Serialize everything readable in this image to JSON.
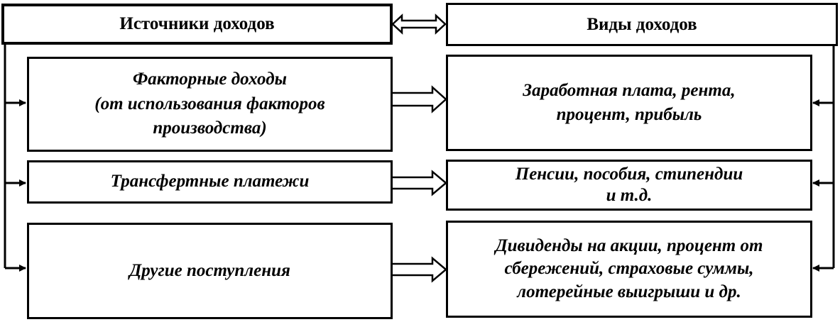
{
  "sources": {
    "header": "Источники доходов",
    "items": [
      {
        "lines": [
          "Факторные доходы",
          "(от  использования факторов",
          "производства)"
        ]
      },
      {
        "lines": [
          "Трансфертные платежи"
        ]
      },
      {
        "lines": [
          "Другие поступления"
        ]
      }
    ]
  },
  "types": {
    "header": "Виды доходов",
    "items": [
      {
        "lines": [
          "Заработная плата, рента,",
          "процент, прибыль"
        ]
      },
      {
        "lines": [
          "Пенсии, пособия, стипендии",
          "и т.д."
        ]
      },
      {
        "lines": [
          "Дивиденды на акции, процент от",
          "сбережений, страховые суммы,",
          "лотерейные выигрыши и др."
        ]
      }
    ]
  }
}
